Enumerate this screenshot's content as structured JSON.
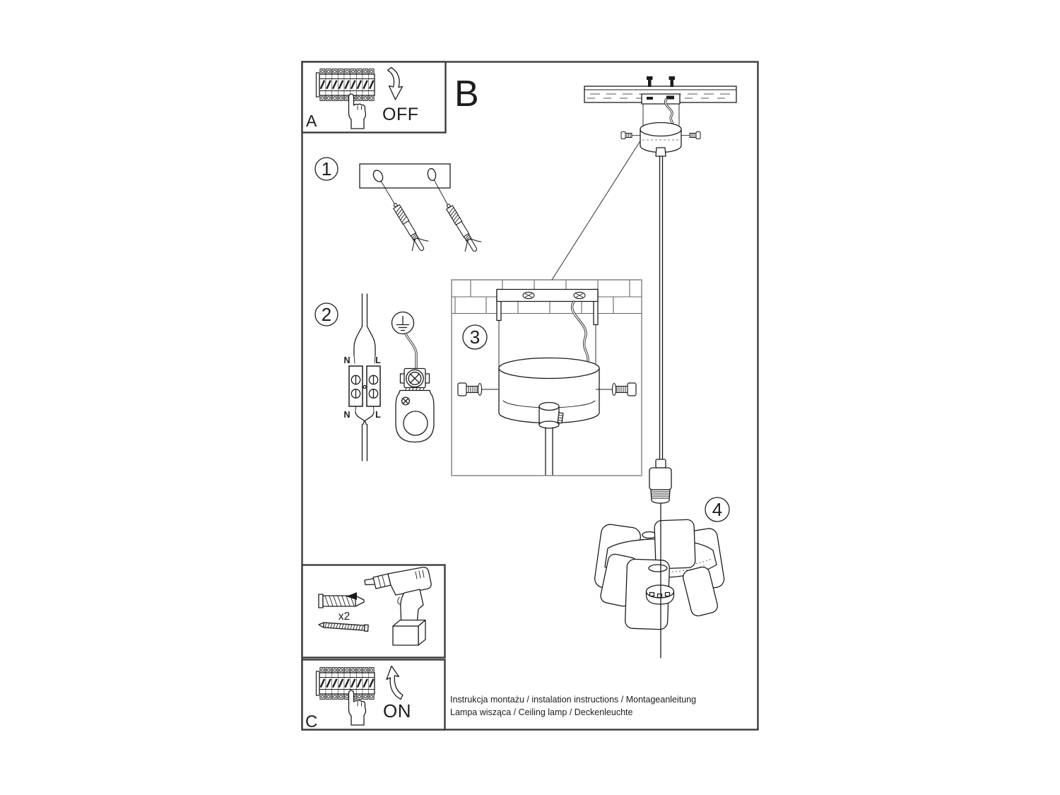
{
  "page": {
    "background": "#ffffff",
    "ink": "#1c1c1c",
    "frame_color": "#3c3c3c",
    "inset_frame_color": "#9b9b9b"
  },
  "panels": [
    {
      "label": "A",
      "action": "OFF"
    },
    {
      "label": "B"
    },
    {
      "label": "C",
      "action": "ON"
    }
  ],
  "steps": [
    {
      "number": "1"
    },
    {
      "number": "2"
    },
    {
      "number": "3"
    },
    {
      "number": "4"
    }
  ],
  "wiring": {
    "terminals": [
      {
        "label": "N"
      },
      {
        "label": "L"
      },
      {
        "label": "N"
      },
      {
        "label": "L"
      }
    ]
  },
  "tools": {
    "anchor_count": "x2"
  },
  "footer": {
    "line1": "Instrukcja montażu / instalation instructions / Montageanleitung",
    "line2": "Lampa wisząca / Ceiling lamp / Deckenleuchte"
  },
  "icons": {
    "breaker": "circuit-breaker-panel",
    "hand": "pressing-hand",
    "off_arrow": "curved-arrow-down",
    "on_arrow": "curved-arrow-up",
    "ground": "earth-symbol",
    "drill": "cordless-drill",
    "anchor": "wall-plug",
    "screw": "wood-screw"
  }
}
